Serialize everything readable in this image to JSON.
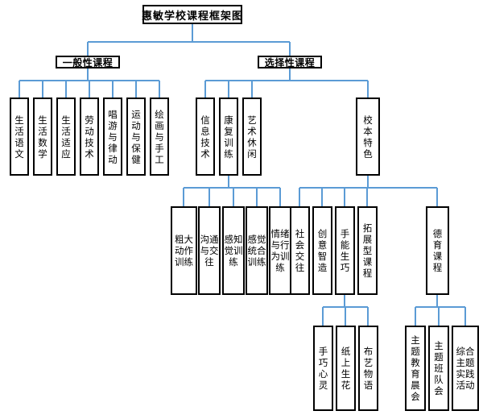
{
  "diagram": {
    "title": "惠敏学校课程框架图",
    "general": {
      "label": "一般性课程",
      "items": [
        "生活语文",
        "生活数学",
        "生活适应",
        "劳动技术",
        "唱游与律动",
        "运动与保健",
        "绘画与手工"
      ]
    },
    "elective": {
      "label": "选择性课程",
      "info_tech": "信息技术",
      "rehab": {
        "label": "康复训练",
        "items": [
          "粗大动作训练",
          "沟通与交往",
          "感知觉训练",
          "感觉统合训练",
          "情绪与行为训练"
        ]
      },
      "arts": "艺术休闲",
      "school": {
        "label": "校本特色",
        "social": "社会交往",
        "creative": "创意智造",
        "hands": {
          "label": "手能生巧",
          "items": [
            "手巧心灵",
            "纸上生花",
            "布艺物语"
          ]
        },
        "extend": "拓展型课程",
        "moral": {
          "label": "德育课程",
          "items": [
            "主题教育晨会",
            "主题班队会",
            "综合主题实践活动"
          ]
        }
      }
    },
    "colors": {
      "connector": "#5b9bd5",
      "border": "#000000",
      "background": "#ffffff"
    }
  }
}
